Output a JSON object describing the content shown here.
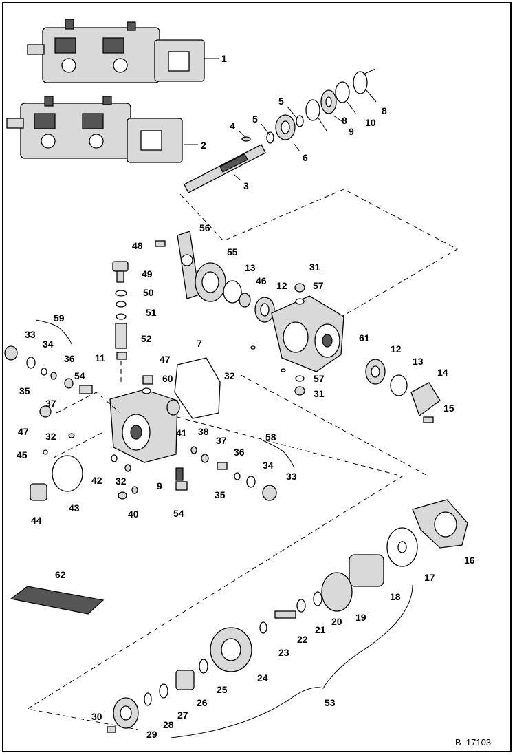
{
  "figure_ref": "B–17103",
  "callouts": [
    "1",
    "2",
    "3",
    "4",
    "5",
    "5",
    "6",
    "8",
    "9",
    "10",
    "8",
    "56",
    "48",
    "55",
    "13",
    "46",
    "12",
    "31",
    "57",
    "49",
    "50",
    "51",
    "52",
    "11",
    "59",
    "33",
    "34",
    "36",
    "35",
    "37",
    "47",
    "32",
    "45",
    "44",
    "43",
    "42",
    "32",
    "40",
    "9",
    "54",
    "47",
    "60",
    "7",
    "32",
    "41",
    "38",
    "37",
    "36",
    "35",
    "34",
    "33",
    "58",
    "54",
    "61",
    "12",
    "13",
    "14",
    "15",
    "57",
    "31",
    "62",
    "16",
    "17",
    "18",
    "19",
    "20",
    "21",
    "22",
    "23",
    "24",
    "25",
    "26",
    "27",
    "28",
    "29",
    "30",
    "53"
  ]
}
